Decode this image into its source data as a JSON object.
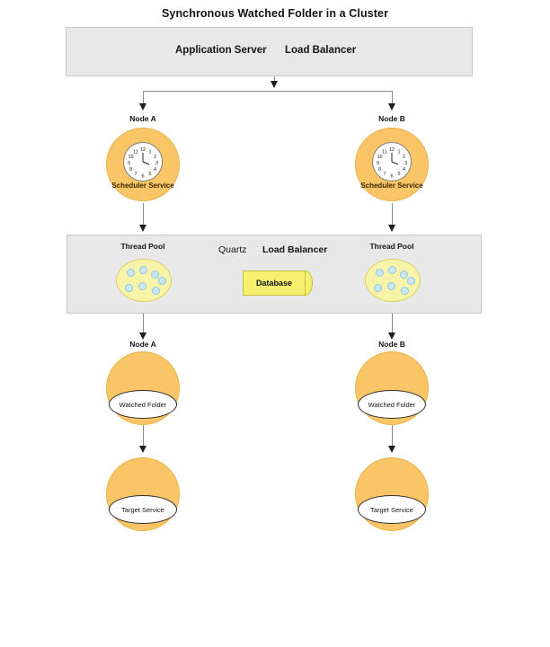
{
  "title": "Synchronous Watched Folder in a Cluster",
  "app_server_band": {
    "label_1": "Application Server",
    "label_2": "Load Balancer"
  },
  "quartz_band": {
    "label_quartz": "Quartz",
    "label_load_balancer": "Load Balancer",
    "database_label": "Database",
    "thread_pool_label_left": "Thread Pool",
    "thread_pool_label_right": "Thread Pool",
    "thread_count_left": 7,
    "thread_count_right": 7
  },
  "scheduler_row": {
    "left": {
      "node_label": "Node A",
      "circle_label": "Scheduler Service",
      "icon": "clock-icon"
    },
    "right": {
      "node_label": "Node B",
      "circle_label": "Scheduler Service",
      "icon": "clock-icon"
    }
  },
  "watched_folder_row": {
    "left": {
      "node_label": "Node A",
      "circle_label": "Watched Folder"
    },
    "right": {
      "node_label": "Node B",
      "circle_label": "Watched Folder"
    }
  },
  "target_service_row": {
    "left": {
      "circle_label": "Target Service"
    },
    "right": {
      "circle_label": "Target Service"
    }
  },
  "clock_numerals": [
    "12",
    "1",
    "2",
    "3",
    "4",
    "5",
    "6",
    "7",
    "8",
    "9",
    "10",
    "11"
  ],
  "colors": {
    "node_fill": "#F9C566",
    "band_fill": "#E8E8E8",
    "pool_fill": "#F7F3A8",
    "thread_fill": "#CBE7F5",
    "db_fill": "#F7F06E",
    "line": "#8A8A8A"
  }
}
